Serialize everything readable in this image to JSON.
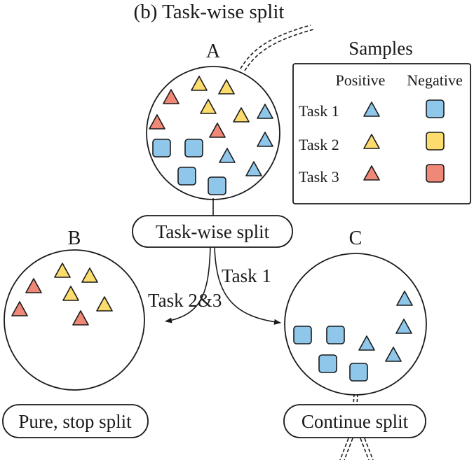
{
  "figure": {
    "title": "(b) Task-wise split",
    "colors": {
      "blue": "#8ec7ea",
      "yellow": "#fbdc6c",
      "red": "#f08878",
      "stroke": "#1a1a1a"
    }
  },
  "nodes": {
    "a": {
      "label": "A"
    },
    "b": {
      "label": "B"
    },
    "c": {
      "label": "C"
    }
  },
  "boxes": {
    "split": "Task-wise split",
    "pure": "Pure, stop split",
    "continue": "Continue split"
  },
  "edges": {
    "task1": "Task 1",
    "task23": "Task 2&3"
  },
  "legend": {
    "title": "Samples",
    "positive": "Positive",
    "negative": "Negative",
    "rows": [
      {
        "label": "Task 1",
        "color": "blue"
      },
      {
        "label": "Task 2",
        "color": "yellow"
      },
      {
        "label": "Task 3",
        "color": "red"
      }
    ]
  }
}
